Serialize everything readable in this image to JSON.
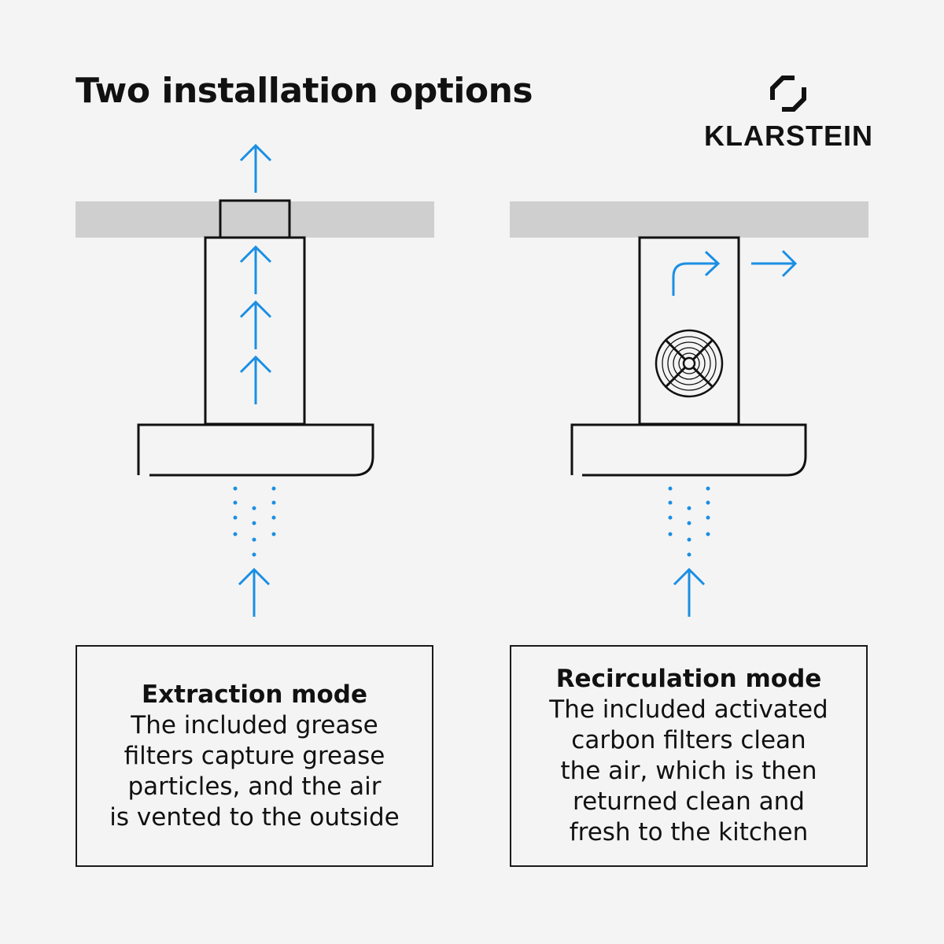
{
  "page": {
    "title": "Two installation options"
  },
  "brand": {
    "name": "KLARSTEIN",
    "logo_icon": "klarstein-logo-icon"
  },
  "colors": {
    "airflow": "#1a8fe3",
    "ceiling": "#cfcfcf",
    "line": "#111111",
    "background": "#f4f4f4"
  },
  "options": [
    {
      "title": "Extraction mode",
      "lines": [
        "The included grease",
        "filters capture grease",
        "particles, and the air",
        "is vented to the outside"
      ]
    },
    {
      "title": "Recirculation mode",
      "lines": [
        "The included activated",
        "carbon filters clean",
        "the air, which is then",
        "returned clean and",
        "fresh to the kitchen"
      ]
    }
  ]
}
